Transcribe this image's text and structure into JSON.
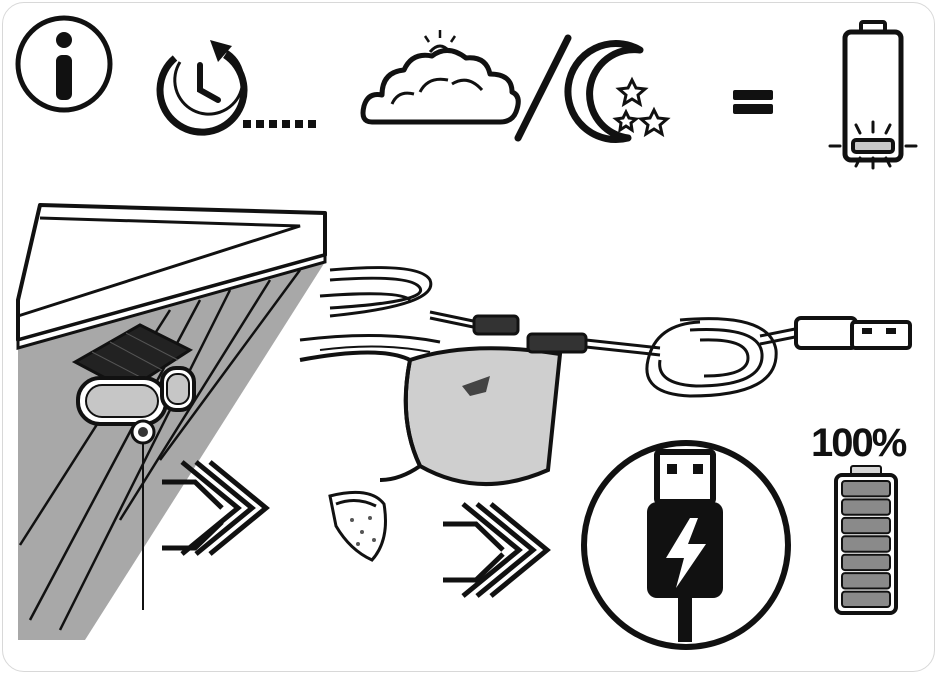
{
  "top_row": {
    "info_icon": "info-icon",
    "timer_icon": "timer-icon",
    "weather_icon": "cloud-sun-icon",
    "night_icon": "moon-stars-icon",
    "equals": "equals-sign",
    "battery_icon": "battery-low-icon"
  },
  "steps": {
    "lamp_icon": "solar-lamp-icon",
    "arrow_icon": "chevron-right-icon",
    "cable_icon": "usb-cable-icon",
    "usb_icon": "usb-charge-icon"
  },
  "battery_full": {
    "label": "100%",
    "level": 1.0,
    "segments": 7
  },
  "colors": {
    "ink": "#111111",
    "panel_gray": "#9a9a9a",
    "light_gray": "#d6d6d6",
    "battery_low": "#c8c8c8"
  }
}
